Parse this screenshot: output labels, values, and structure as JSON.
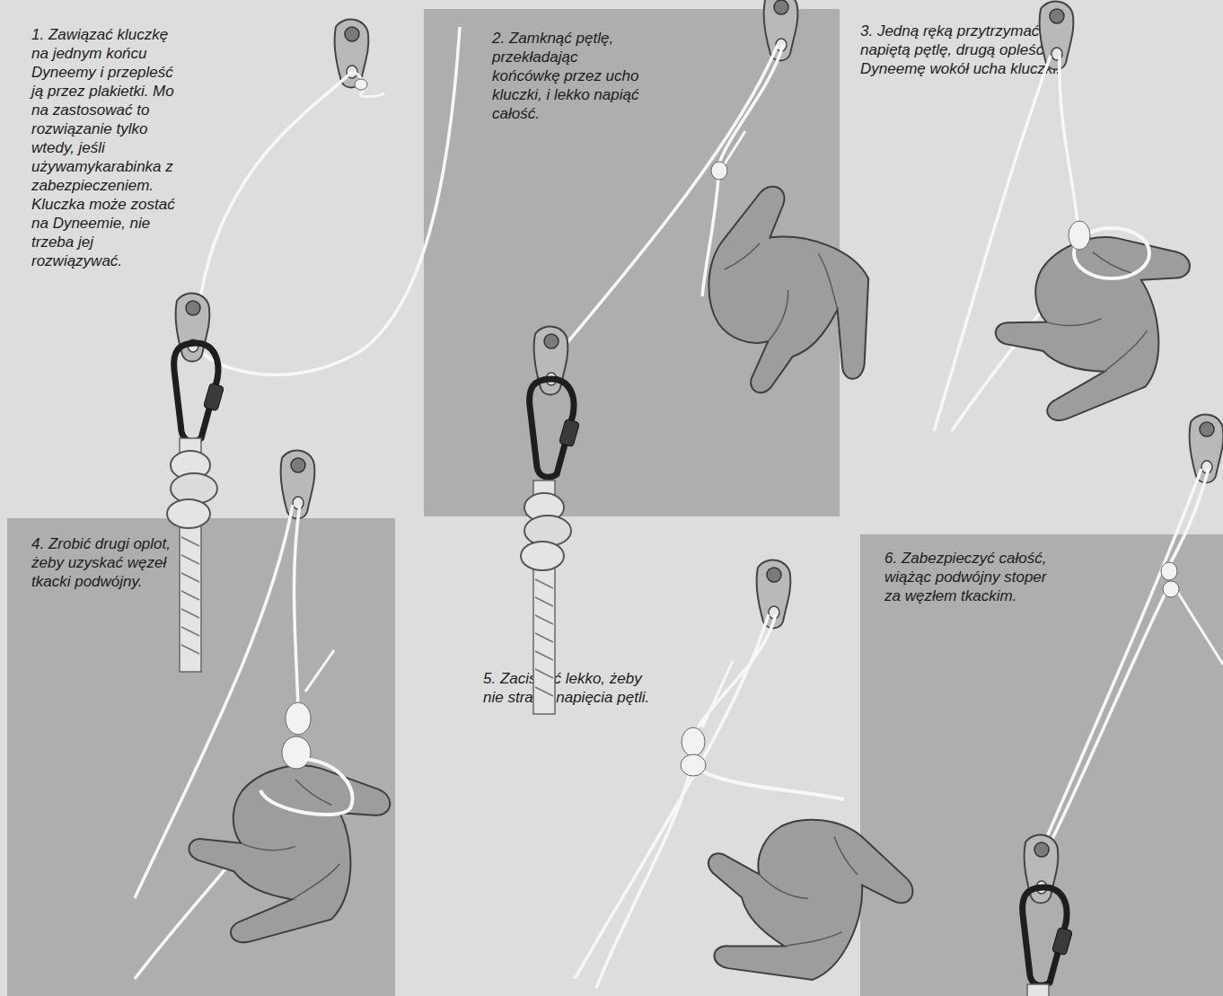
{
  "diagram": {
    "nodes": [
      {
        "text": [
          "1. Zawiązać kluczkę na jednym końcu Dyneemy i przepleść ją przez plakietki. Mo na zastosować to rozwiązanie tylko wtedy, jeśli używamykarabinka z zabezpieczeniem. Kluczka może zostać na Dyneemie, nie trzeba jej rozwiązywać."
        ]
      },
      {
        "text": [
          "2. Zamknąć pętlę, przekładając końcówkę przez ucho kluczki, i lekko napiąć całość."
        ]
      },
      {
        "text": [
          "3. Jedną ręką przytrzymać napiętą pętlę, drugą opleść Dyneemę wokół ucha kluczki."
        ]
      },
      {
        "text": [
          "4. Zrobić drugi oplot, żeby uzyskać węzeł tkacki podwójny."
        ]
      },
      {
        "text": [
          "5. Zacisnąć lekko, żeby nie stracić napięcia pętli."
        ]
      },
      {
        "text": [
          "6. Zabezpieczyć całość, wiążąc podwójny stoper za węzłem tkackim."
        ]
      }
    ]
  }
}
